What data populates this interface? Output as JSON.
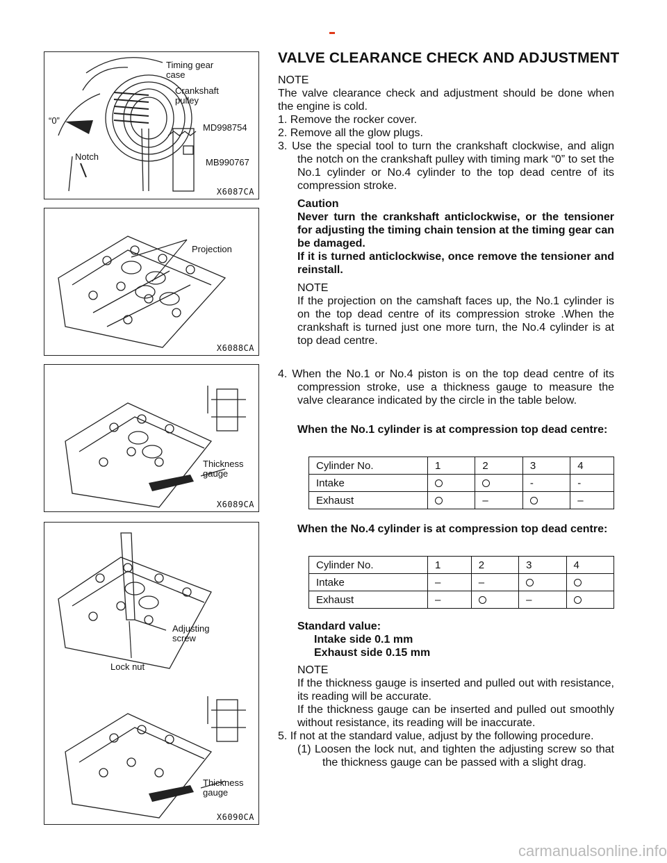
{
  "figures": [
    {
      "code": "X6087CA",
      "labels": {
        "timing_gear_case": "Timing gear\ncase",
        "crankshaft_pulley": "Crankshaft\npulley",
        "zero": "“0”",
        "md": "MD998754",
        "notch": "Notch",
        "mb": "MB990767"
      }
    },
    {
      "code": "X6088CA",
      "labels": {
        "projection": "Projection"
      }
    },
    {
      "code": "X6089CA",
      "labels": {
        "thickness_gauge": "Thickness\ngauge"
      }
    },
    {
      "code": "X6090CA",
      "labels": {
        "adjusting_screw": "Adjusting\nscrew",
        "lock_nut": "Lock nut",
        "thickness_gauge": "Thickness\ngauge"
      }
    }
  ],
  "title": "VALVE CLEARANCE CHECK AND ADJUSTMENT",
  "note_label": "NOTE",
  "note1": "The valve clearance check and adjustment should be done when the engine is cold.",
  "step1": "1.  Remove the rocker cover.",
  "step2": "2.  Remove all the glow plugs.",
  "step3": "3.  Use the special tool to turn the crankshaft clockwise, and align the notch on the crankshaft pulley with timing mark “0” to set the No.1 cylinder or No.4 cylinder to the top dead centre of its compression stroke.",
  "caution_label": "Caution",
  "caution1": "Never turn the crankshaft anticlockwise, or the tensioner for adjusting the timing chain tension at the timing gear can be damaged.",
  "caution2": "If it is turned anticlockwise, once remove the tensioner and reinstall.",
  "note2": "If the projection on the camshaft faces up, the No.1 cylinder is on the top dead centre of its compression stroke .When the crankshaft is turned just one more turn, the No.4 cylinder is at top dead centre.",
  "step4": "4.   When the No.1 or No.4 piston is on the top dead centre of its compression stroke, use a thickness gauge to measure the valve clearance indicated by the circle in the table below.",
  "table1_title": "When the No.1 cylinder is at compression top dead centre:",
  "table1": {
    "header": [
      "Cylinder No.",
      "1",
      "2",
      "3",
      "4"
    ],
    "rows": [
      {
        "label": "Intake",
        "cells": [
          "circle",
          "circle",
          "-",
          "-"
        ]
      },
      {
        "label": "Exhaust",
        "cells": [
          "circle",
          "–",
          "circle",
          "–"
        ]
      }
    ]
  },
  "table2_title": "When the No.4 cylinder is at compression top dead centre:",
  "table2": {
    "header": [
      "Cylinder No.",
      "1",
      "2",
      "3",
      "4"
    ],
    "rows": [
      {
        "label": "Intake",
        "cells": [
          "–",
          "–",
          "circle",
          "circle"
        ]
      },
      {
        "label": "Exhaust",
        "cells": [
          "–",
          "circle",
          "–",
          "circle"
        ]
      }
    ]
  },
  "standard_label": "Standard value:",
  "standard_intake": "Intake side 0.1 mm",
  "standard_exhaust": "Exhaust side 0.15 mm",
  "note3a": "If the thickness gauge is inserted and pulled out with resistance, its reading will be accurate.",
  "note3b": "If the thickness gauge can be inserted and pulled out smoothly without resistance, its reading will be inaccurate.",
  "step5": "5.  If not at the standard value, adjust by the following procedure.",
  "step5_1": "(1)  Loosen the lock nut, and tighten the adjusting screw so that the thickness gauge can be passed with a slight drag.",
  "watermark": "carmanualsonline.info",
  "colors": {
    "accent_mark": "#e03a1a",
    "watermark": "#b9b9b9"
  }
}
